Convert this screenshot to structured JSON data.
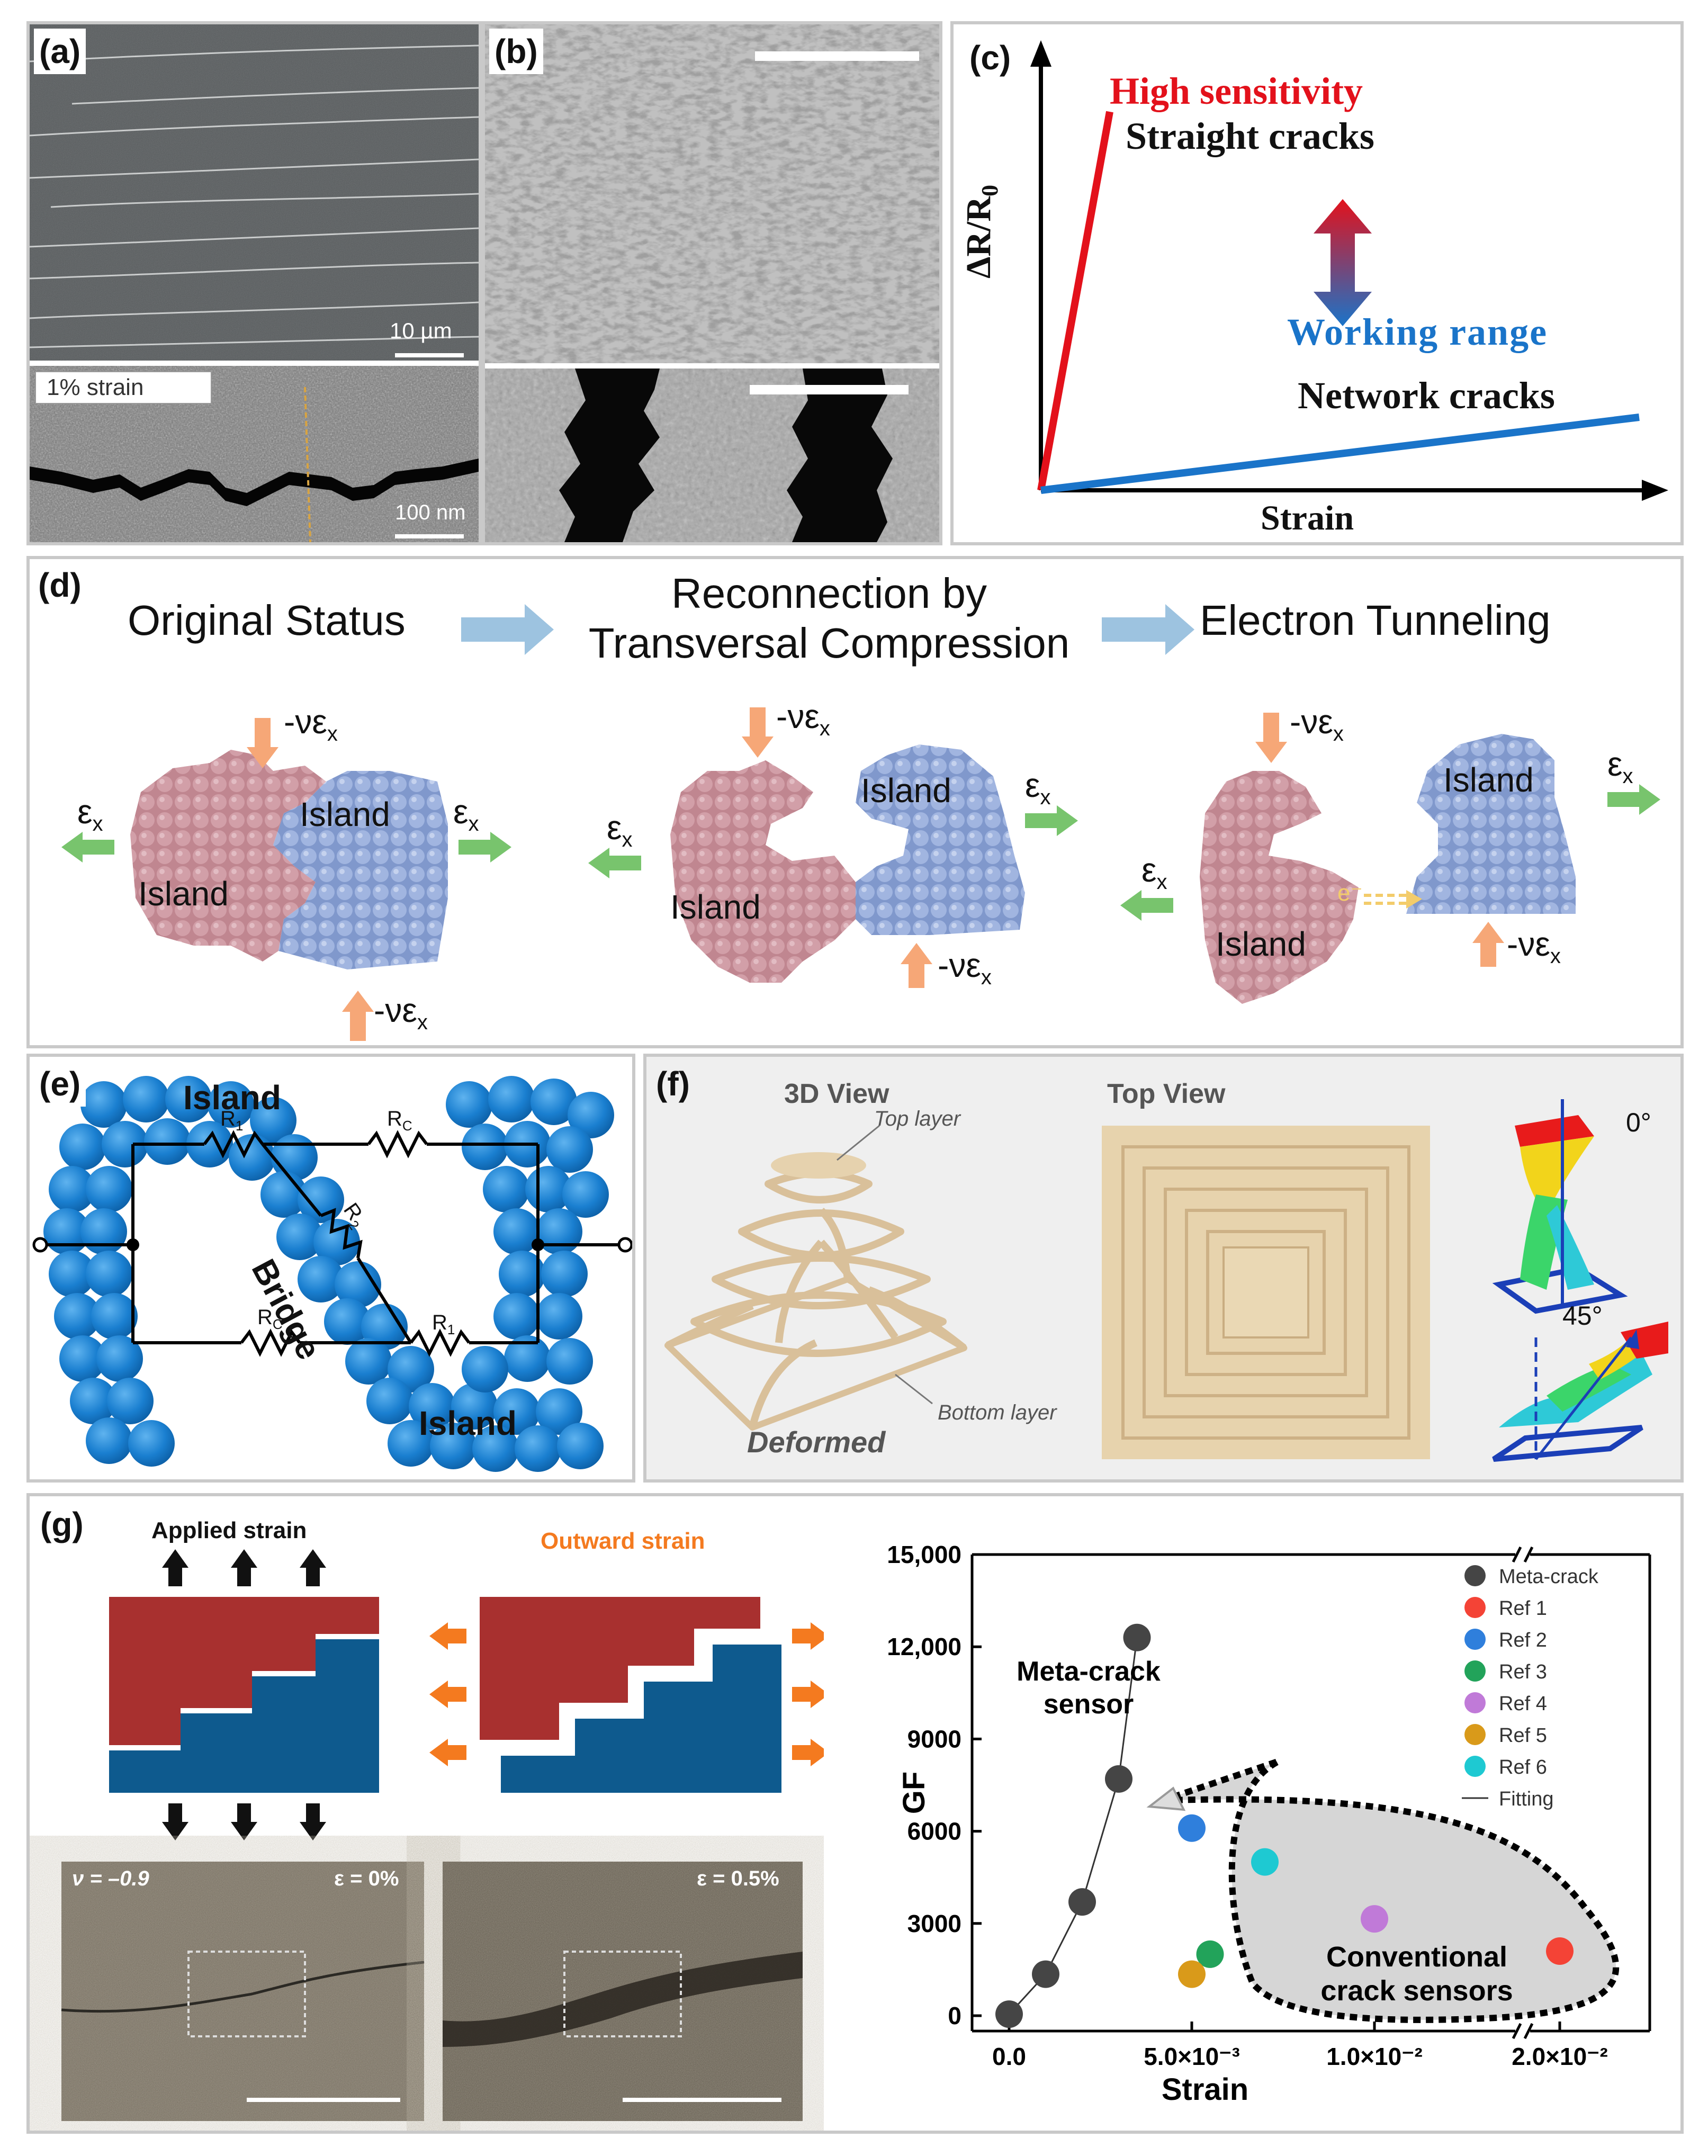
{
  "panel_a": {
    "label": "(a)",
    "scale_top": "10 µm",
    "strain_tag": "1% strain",
    "scale_bottom": "100 nm"
  },
  "panel_b": {
    "label": "(b)"
  },
  "panel_c": {
    "label": "(c)",
    "y_axis": "ΔR/R",
    "y_axis_sub": "0",
    "x_axis": "Strain",
    "high_sensitivity": "High sensitivity",
    "straight_cracks": "Straight cracks",
    "working_range": "Working range",
    "network_cracks": "Network cracks",
    "colors": {
      "high": "#e3111b",
      "range": "#1a74c9"
    }
  },
  "panel_d": {
    "label": "(d)",
    "stage1": "Original Status",
    "stage2_line1": "Reconnection by",
    "stage2_line2": "Transversal Compression",
    "stage3": "Electron Tunneling",
    "island": "Island",
    "strain": "ε",
    "strain_sub": "x",
    "neg_strain": "-νε",
    "electron": "e⁻",
    "colors": {
      "pink": "#c78a95",
      "blue": "#8fa6d6",
      "arrow": "#f6a777",
      "green": "#74c46c"
    }
  },
  "panel_e": {
    "label": "(e)",
    "island_top": "Island",
    "island_bottom": "Island",
    "bridge": "Bridge",
    "r1": "R",
    "r1_sub": "1",
    "r2": "R",
    "r2_sub": "2",
    "rc": "R",
    "rc_sub": "C",
    "sphere_color": "#1a7fd0"
  },
  "panel_f": {
    "label": "(f)",
    "view3d": "3D View",
    "top_view": "Top View",
    "top_layer": "Top layer",
    "bottom_layer": "Bottom layer",
    "deformed": "Deformed",
    "angle1": "0°",
    "angle2": "45°"
  },
  "panel_g": {
    "label": "(g)",
    "applied_strain": "Applied strain",
    "outward_strain": "Outward strain",
    "nu": "ν = –0.9",
    "eps0": "ε = 0%",
    "eps1": "ε = 0.5%",
    "meta_crack_sensor_line1": "Meta-crack",
    "meta_crack_sensor_line2": "sensor",
    "conventional_line1": "Conventional",
    "conventional_line2": "crack sensors",
    "colors": {
      "red": "#a8302f",
      "blue": "#0e5a8e",
      "orange": "#f47a1f"
    }
  },
  "chart_data": {
    "type": "scatter",
    "xlabel": "Strain",
    "ylabel": "GF",
    "x_tick_labels": [
      "0.0",
      "5.0×10⁻³",
      "1.0×10⁻²",
      "2.0×10⁻²"
    ],
    "y_ticks": [
      0,
      3000,
      6000,
      9000,
      12000,
      15000
    ],
    "y_tick_labels": [
      "0",
      "3000",
      "6000",
      "9000",
      "12,000",
      "15,000"
    ],
    "ylim": [
      -500,
      15000
    ],
    "x_axis_break": true,
    "legend_position": "top-right",
    "series": [
      {
        "name": "Meta-crack",
        "color": "#454545",
        "points": [
          [
            0.0,
            50
          ],
          [
            0.001,
            1350
          ],
          [
            0.002,
            3700
          ],
          [
            0.003,
            7700
          ],
          [
            0.0035,
            12300
          ]
        ]
      },
      {
        "name": "Ref 1",
        "color": "#f44336",
        "points": [
          [
            0.02,
            2100
          ]
        ]
      },
      {
        "name": "Ref 2",
        "color": "#2f7fdc",
        "points": [
          [
            0.005,
            6100
          ]
        ]
      },
      {
        "name": "Ref 3",
        "color": "#22a35a",
        "points": [
          [
            0.0055,
            2000
          ]
        ]
      },
      {
        "name": "Ref 4",
        "color": "#c07ad8",
        "points": [
          [
            0.01,
            3150
          ]
        ]
      },
      {
        "name": "Ref 5",
        "color": "#d99a1a",
        "points": [
          [
            0.005,
            1350
          ]
        ]
      },
      {
        "name": "Ref 6",
        "color": "#1ec9d2",
        "points": [
          [
            0.007,
            5000
          ]
        ]
      }
    ],
    "fitting_label": "Fitting"
  }
}
